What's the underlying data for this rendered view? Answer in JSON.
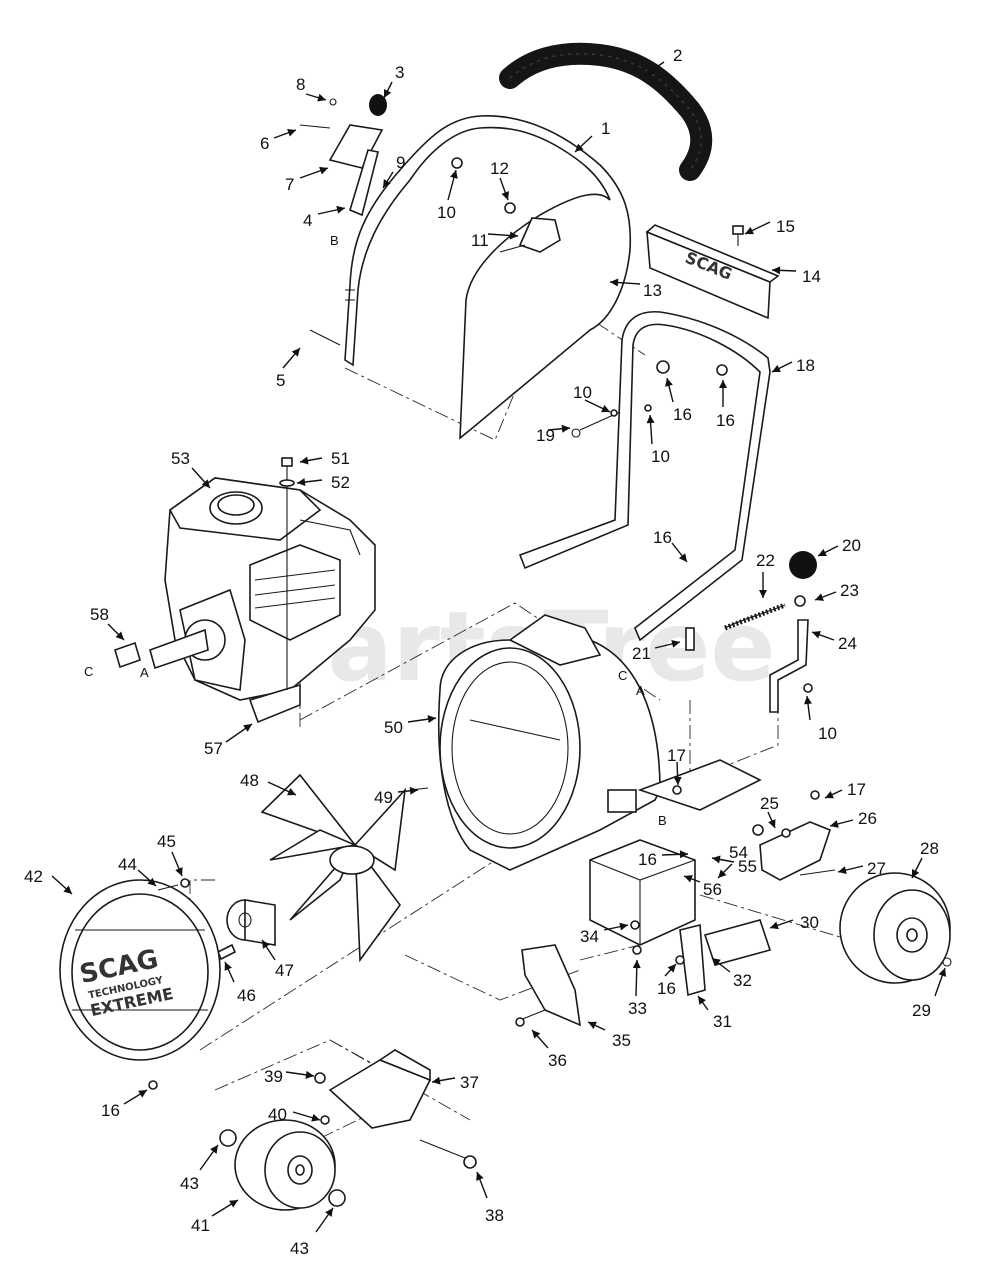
{
  "watermark": "PartsTree",
  "brand": {
    "guard_text": "SCAG",
    "cover_line1": "SCAG",
    "cover_line2": "TECHNOLOGY",
    "cover_line3": "EXTREME"
  },
  "connector_letters": {
    "a": "A",
    "b": "B",
    "c": "C"
  },
  "callouts": [
    {
      "label": "1"
    },
    {
      "label": "2"
    },
    {
      "label": "3"
    },
    {
      "label": "4"
    },
    {
      "label": "5"
    },
    {
      "label": "6"
    },
    {
      "label": "7"
    },
    {
      "label": "8"
    },
    {
      "label": "9"
    },
    {
      "label": "10"
    },
    {
      "label": "10"
    },
    {
      "label": "10"
    },
    {
      "label": "10"
    },
    {
      "label": "11"
    },
    {
      "label": "12"
    },
    {
      "label": "13"
    },
    {
      "label": "14"
    },
    {
      "label": "15"
    },
    {
      "label": "16"
    },
    {
      "label": "16"
    },
    {
      "label": "16"
    },
    {
      "label": "16"
    },
    {
      "label": "16"
    },
    {
      "label": "16"
    },
    {
      "label": "17"
    },
    {
      "label": "17"
    },
    {
      "label": "18"
    },
    {
      "label": "19"
    },
    {
      "label": "20"
    },
    {
      "label": "21"
    },
    {
      "label": "22"
    },
    {
      "label": "23"
    },
    {
      "label": "24"
    },
    {
      "label": "25"
    },
    {
      "label": "26"
    },
    {
      "label": "27"
    },
    {
      "label": "28"
    },
    {
      "label": "29"
    },
    {
      "label": "30"
    },
    {
      "label": "31"
    },
    {
      "label": "32"
    },
    {
      "label": "33"
    },
    {
      "label": "34"
    },
    {
      "label": "35"
    },
    {
      "label": "36"
    },
    {
      "label": "37"
    },
    {
      "label": "38"
    },
    {
      "label": "39"
    },
    {
      "label": "40"
    },
    {
      "label": "41"
    },
    {
      "label": "42"
    },
    {
      "label": "43"
    },
    {
      "label": "43"
    },
    {
      "label": "44"
    },
    {
      "label": "45"
    },
    {
      "label": "46"
    },
    {
      "label": "47"
    },
    {
      "label": "48"
    },
    {
      "label": "49"
    },
    {
      "label": "50"
    },
    {
      "label": "51"
    },
    {
      "label": "52"
    },
    {
      "label": "53"
    },
    {
      "label": "54"
    },
    {
      "label": "55"
    },
    {
      "label": "56"
    },
    {
      "label": "57"
    },
    {
      "label": "58"
    }
  ]
}
